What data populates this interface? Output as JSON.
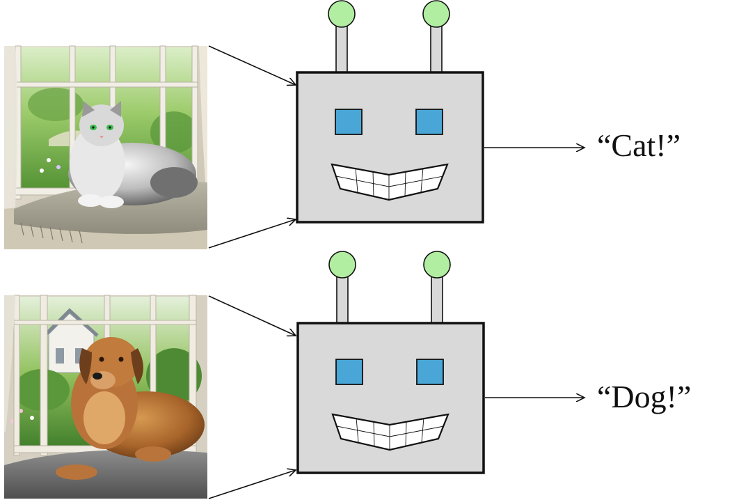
{
  "rows": [
    {
      "image_subject": "cat",
      "output_label": "“Cat!”"
    },
    {
      "image_subject": "dog",
      "output_label": "“Dog!”"
    }
  ],
  "colors": {
    "robot_body": "#d9d9d9",
    "robot_outline": "#111111",
    "robot_eye": "#4aa6d6",
    "antenna_ball": "#b2eea1",
    "antenna_stem": "#d9d9d9",
    "teeth": "#ffffff"
  }
}
